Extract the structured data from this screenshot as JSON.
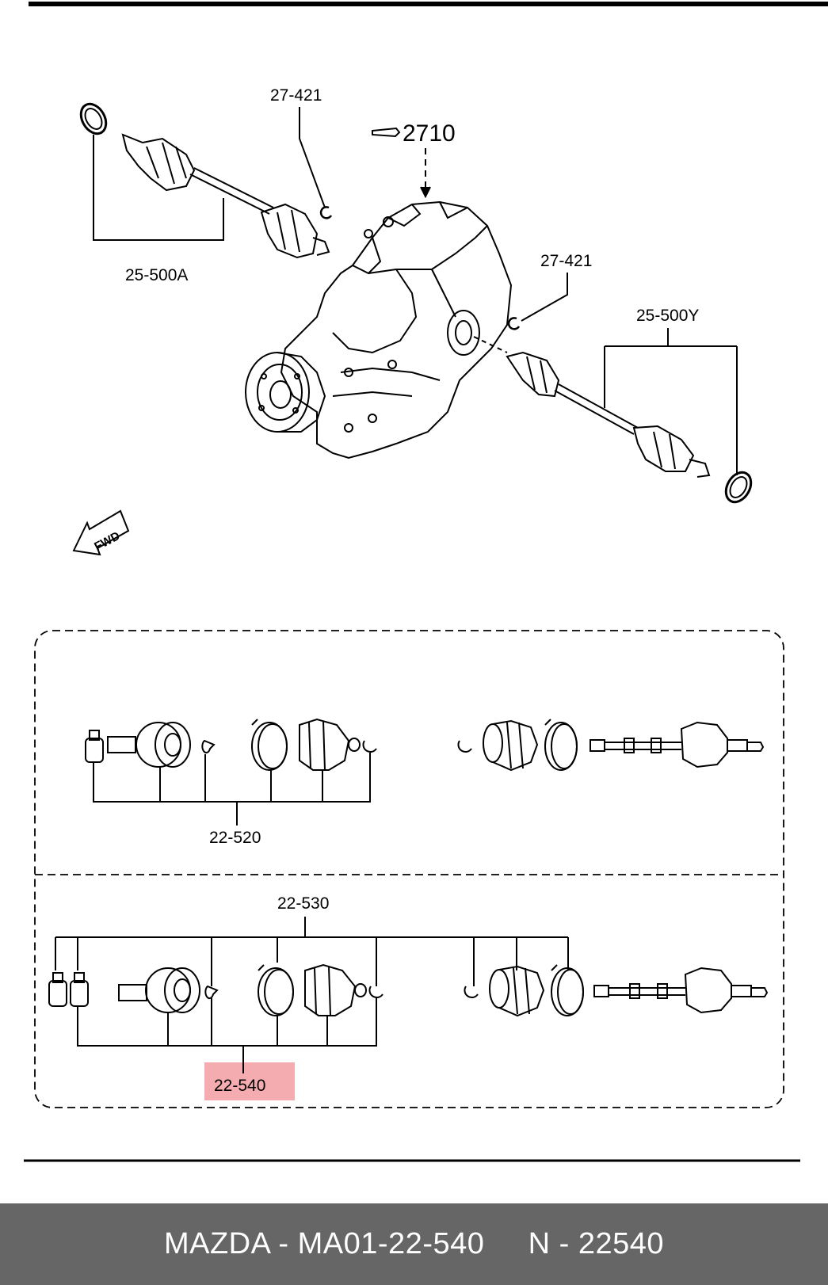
{
  "colors": {
    "highlight": "#f4a3a7",
    "footer_bg": "#666666",
    "footer_text": "#ffffff",
    "line": "#000000"
  },
  "diagram": {
    "main_callout": "2710",
    "labels": {
      "snap_ring_left": "27-421",
      "snap_ring_right": "27-421",
      "shaft_left": "25-500A",
      "shaft_right": "25-500Y",
      "fwd_arrow": "FWD"
    },
    "kit_labels": {
      "boot_kit_outer": "22-520",
      "boot_kit_inner_group": "22-530",
      "boot_kit_inner": "22-540"
    },
    "highlighted_part": "22-540"
  },
  "footer": {
    "text": "MAZDA - MA01-22-540     N - 22540"
  }
}
